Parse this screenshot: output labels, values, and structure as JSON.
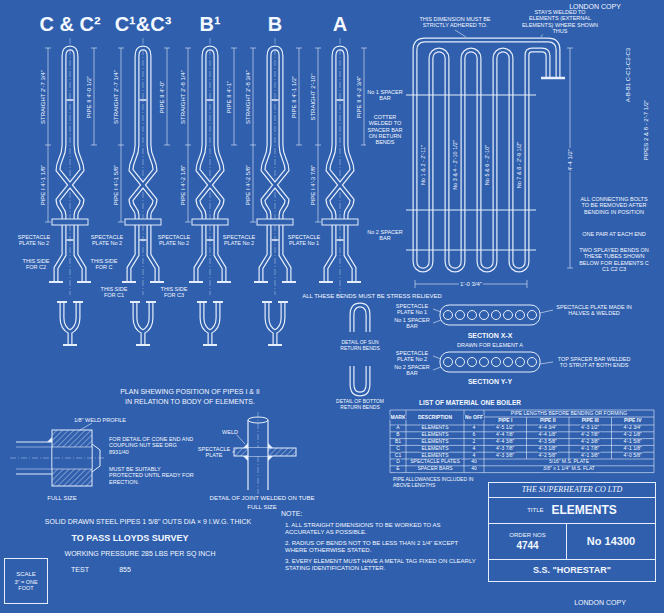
{
  "diagram": {
    "nodes": [
      {
        "text": [
          "THE SUPERHEATER CO LTD"
        ]
      },
      {
        "text": [
          "TITLE",
          "ELEMENTS"
        ]
      },
      {
        "text": [
          "ORDER NOS",
          "4744"
        ]
      },
      {
        "text": [
          "No 14300"
        ]
      },
      {
        "text": [
          "S.S. \"HORESTAR\""
        ]
      },
      {
        "text": [
          "SCALE",
          "3\" = ONE FOOT"
        ]
      }
    ],
    "labels": [
      "LONDON COPY",
      "C & C²",
      "C¹&C³",
      "B¹",
      "B",
      "A",
      "STRAIGHT 2'-7 3/4\"",
      "PIPE I 4'-1 1/8\"",
      "PIPE II 4'-0 1/2\"",
      "STRAIGHT 2'-7 1/4\"",
      "PIPE I 4'-1 5/8\"",
      "PIPE II 4'-0\"",
      "STRAIGHT 2'-8 1/4\"",
      "PIPE I 4'-2 1/8\"",
      "PIPE II 4'-1\"",
      "STRAIGHT 2'-8 3/4\"",
      "PIPE I 4'-2 5/8\"",
      "PIPE II 4'-1 1/2\"",
      "STRAIGHT 2'-10\"",
      "PIPE I 4'-3 7/8\"",
      "PIPE II 4'-2 3/4\"",
      "SPECTACLE PLATE No 2",
      "SPECTACLE PLATE No 2",
      "SPECTACLE PLATE No 2",
      "SPECTACLE PLATE No 2",
      "SPECTACLE PLATE No 1",
      "THIS SIDE FOR C2",
      "THIS SIDE FOR C",
      "THIS SIDE FOR C1",
      "THIS SIDE FOR C3",
      "THIS DIMENSION MUST BE STRICTLY ADHERED TO.",
      "STAYS WELDED TO ELEMENTS (EXTERNAL ELEMENTS) WHERE SHOWN THUS",
      "A-B-B1 C-C1-C2-C3",
      "PIPES 2 & 8 - 2'-7 1/2\"",
      "No 1 SPACER BAR",
      "COTTER WELDED TO SPACER BAR ON RETURN BENDS",
      "No 2 SPACER BAR",
      "No 1 & 2 - 2'-11\"",
      "No 3 & 4 - 2'-10 1/2\"",
      "No 5 & 6 - 2'-10\"",
      "No 7 & 8 - 2'-9 1/2\"",
      "4'-4 1/2\"",
      "ALL CONNECTING BOLTS TO BE REMOVED AFTER BENDING IN POSITION",
      "ONE PAIR AT EACH END",
      "TWO SPLAYED BENDS ON THESE TUBES SHOWN BELOW FOR ELEMENTS C C1 C2 C3",
      "1'-0 3/4\"",
      "ALL THESE BENDS MUST BE STRESS RELIEVED",
      "SPECTACLE PLATE No 1",
      "No 1 SPACER BAR",
      "SECTION X-X",
      "DRAWN FOR ELEMENT A",
      "SPECTACLE PLATE MADE IN HALVES & WELDED",
      "SPECTACLE PLATE No 2",
      "No 2 SPACER BAR",
      "TOP SPACER BAR WELDED TO STRUT AT BOTH ENDS",
      "SECTION Y-Y",
      "DETAIL OF SUN RETURN BENDS",
      "DETAIL OF BOTTOM RETURN BENDS",
      "PLAN SHEWING POSITION OF PIPES I & II",
      "IN RELATION TO BODY OF ELEMENTS.",
      "1/8\" WELD PROFILE",
      "FOR DETAIL OF CONE END AND COUPLING NUT SEE DRG 8931/40",
      "MUST BE SUITABLY PROTECTED UNTIL READY FOR ERECTION.",
      "FULL SIZE",
      "WELD",
      "SPECTACLE PLATE",
      "DETAIL OF JOINT WELDED ON TUBE",
      "FULL SIZE",
      "SOLID DRAWN STEEL PIPES 1 5/8\" OUTS DIA × 9 I.W.G. THICK",
      "TO PASS LLOYDS SURVEY",
      "WORKING PRESSURE 285 LBS PER SQ INCH",
      "TEST",
      "855",
      "NOTE:",
      "1. ALL STRAIGHT DIMENSIONS TO BE WORKED TO AS ACCURATELY AS POSSIBLE.",
      "2. RADIUS OF BENDS NOT TO BE LESS THAN 2 1/4\" EXCEPT WHERE OTHERWISE STATED.",
      "3. EVERY ELEMENT MUST HAVE A METAL TAG FIXED ON CLEARLY STATING IDENTIFICATION LETTER.",
      "LIST OF MATERIAL ONE BOILER",
      "PIPE LENGTHS BEFORE BENDING OR FORMING",
      "PIPE ALLOWANCES INCLUDED IN ABOVE LENGTHS",
      "LONDON COPY",
      "MARK",
      "DESCRIPTION",
      "No OFF",
      "PIPE I",
      "PIPE II",
      "PIPE III",
      "PIPE IV",
      "A",
      "ELEMENTS",
      "4",
      "4'-5 1/2\"",
      "4'-4 3/4\"",
      "4'-3 1/2\"",
      "4'-2 3/4\"",
      "B",
      "ELEMENTS",
      "6",
      "4'-4 7/8\"",
      "4'-4 1/8\"",
      "4'-2 7/8\"",
      "4'-2 1/8\"",
      "B1",
      "ELEMENTS",
      "2",
      "4'-4 3/8\"",
      "4'-3 5/8\"",
      "4'-2 3/8\"",
      "4'-1 5/8\"",
      "C",
      "ELEMENTS",
      "4",
      "4'-3 7/8\"",
      "4'-3 1/8\"",
      "4'-1 7/8\"",
      "4'-1 1/8\"",
      "C1",
      "ELEMENTS",
      "4",
      "4'-3 3/8\"",
      "4'-2 5/8\"",
      "4'-1 3/8\"",
      "4'-0 5/8\"",
      "D",
      "SPECTACLE PLATES",
      "40",
      "5/16\" M.S. PLATE",
      "E",
      "SPACER BARS",
      "40",
      "3/8\" x 1 1/4\" M.S. FLAT"
    ]
  }
}
